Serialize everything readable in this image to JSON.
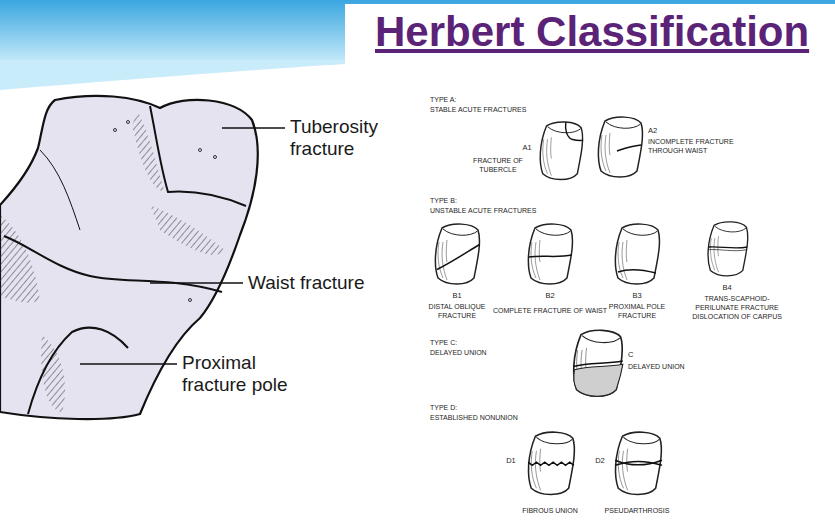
{
  "diagram": {
    "title": "Herbert Classification",
    "labels": [
      "Tuberosity fracture",
      "Waist fracture",
      "Proximal fracture pole",
      "TYPE A:",
      "STABLE ACUTE FRACTURES",
      "A1",
      "FRACTURE OF TUBERCLE",
      "A2",
      "INCOMPLETE FRACTURE THROUGH WAIST",
      "TYPE B:",
      "UNSTABLE ACUTE FRACTURES",
      "B1",
      "DISTAL OBLIQUE FRACTURE",
      "B2",
      "COMPLETE FRACTURE OF WAIST",
      "B3",
      "PROXIMAL POLE FRACTURE",
      "B4",
      "TRANS-SCAPHOID- PERILUNATE FRACTURE DISLOCATION OF CARPUS",
      "TYPE C:",
      "DELAYED UNION",
      "C",
      "DELAYED UNION",
      "TYPE D:",
      "ESTABLISHED NONUNION",
      "D1",
      "FIBROUS UNION",
      "D2",
      "PSEUDARTHROSIS"
    ]
  }
}
